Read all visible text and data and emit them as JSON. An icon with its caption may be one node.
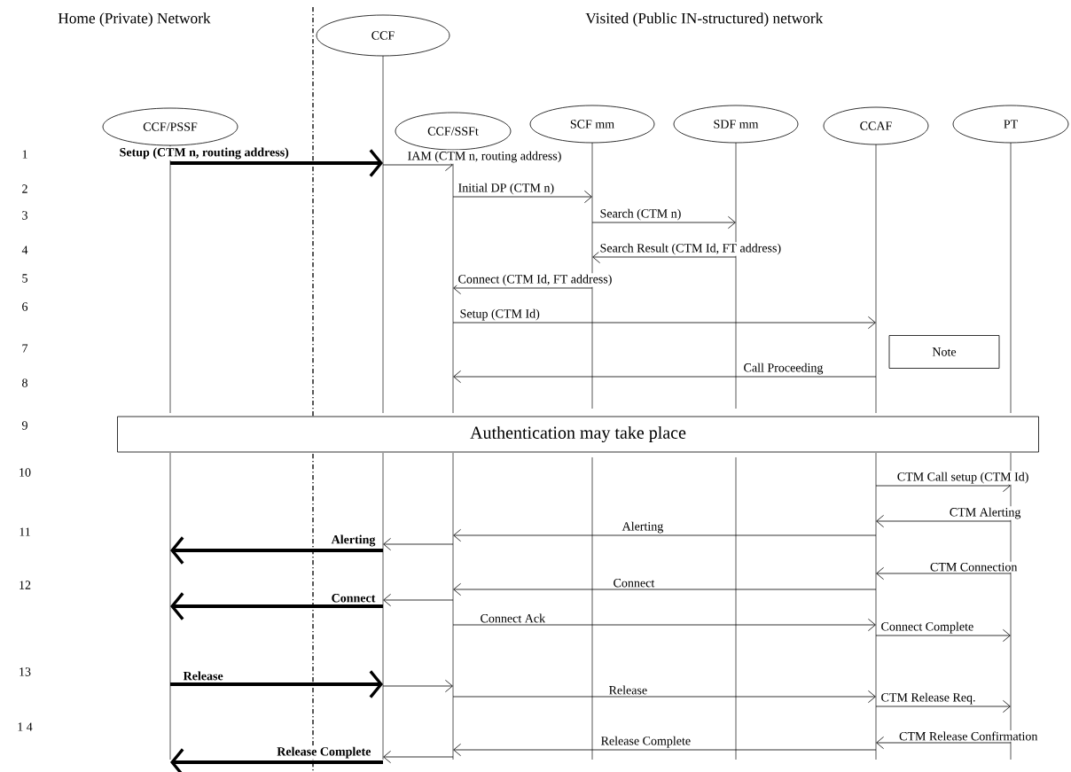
{
  "diagram": {
    "nodes": [
      {
        "text": [
          "CCF/PSSF"
        ]
      },
      {
        "text": [
          "CCF"
        ]
      },
      {
        "text": [
          "CCF/SSFt"
        ]
      },
      {
        "text": [
          "SCF mm"
        ]
      },
      {
        "text": [
          "SDF mm"
        ]
      },
      {
        "text": [
          "CCAF"
        ]
      },
      {
        "text": [
          "PT"
        ]
      },
      {
        "text": [
          "Note"
        ]
      },
      {
        "text": [
          "Authentication may take place"
        ]
      }
    ],
    "edges": [
      {
        "from": 0,
        "to": 1,
        "arrow": "to",
        "label": "Setup (CTM n, routing address)",
        "style": "thick"
      },
      {
        "from": 1,
        "to": 2,
        "arrow": "to",
        "label": "IAM (CTM n, routing address)"
      },
      {
        "from": 2,
        "to": 3,
        "arrow": "to",
        "label": "Initial DP (CTM n)"
      },
      {
        "from": 3,
        "to": 4,
        "arrow": "to",
        "label": "Search (CTM n)"
      },
      {
        "from": 4,
        "to": 3,
        "arrow": "to",
        "label": "Search Result (CTM Id, FT address)"
      },
      {
        "from": 3,
        "to": 2,
        "arrow": "to",
        "label": "Connect (CTM Id, FT address)"
      },
      {
        "from": 2,
        "to": 5,
        "arrow": "to",
        "label": "Setup (CTM Id)"
      },
      {
        "from": 5,
        "to": 2,
        "arrow": "to",
        "label": "Call Proceeding"
      },
      {
        "from": 5,
        "to": 6,
        "arrow": "to",
        "label": "CTM Call setup (CTM Id)"
      },
      {
        "from": 6,
        "to": 5,
        "arrow": "to",
        "label": "CTM Alerting"
      },
      {
        "from": 5,
        "to": 2,
        "arrow": "to",
        "label": "Alerting"
      },
      {
        "from": 2,
        "to": 1,
        "arrow": "to"
      },
      {
        "from": 1,
        "to": 0,
        "arrow": "to",
        "label": "Alerting",
        "style": "thick"
      },
      {
        "from": 6,
        "to": 5,
        "arrow": "to",
        "label": "CTM Connection"
      },
      {
        "from": 5,
        "to": 2,
        "arrow": "to",
        "label": "Connect"
      },
      {
        "from": 2,
        "to": 1,
        "arrow": "to"
      },
      {
        "from": 1,
        "to": 0,
        "arrow": "to",
        "label": "Connect",
        "style": "thick"
      },
      {
        "from": 2,
        "to": 5,
        "arrow": "to",
        "label": "Connect Ack"
      },
      {
        "from": 5,
        "to": 6,
        "arrow": "to",
        "label": "Connect Complete"
      },
      {
        "from": 0,
        "to": 1,
        "arrow": "to",
        "label": "Release",
        "style": "thick"
      },
      {
        "from": 1,
        "to": 2,
        "arrow": "to"
      },
      {
        "from": 2,
        "to": 5,
        "arrow": "to",
        "label": "Release"
      },
      {
        "from": 5,
        "to": 6,
        "arrow": "to",
        "label": "CTM Release Req."
      },
      {
        "from": 6,
        "to": 5,
        "arrow": "to",
        "label": "CTM Release Confirmation"
      },
      {
        "from": 5,
        "to": 2,
        "arrow": "to",
        "label": "Release Complete"
      },
      {
        "from": 2,
        "to": 1,
        "arrow": "to"
      },
      {
        "from": 1,
        "to": 0,
        "arrow": "to",
        "label": "Release Complete",
        "style": "thick"
      }
    ],
    "labels": [
      "Home (Private) Network",
      "Visited (Public IN-structured) network",
      "1",
      "2",
      "3",
      "4",
      "5",
      "6",
      "7",
      "8",
      "9",
      "10",
      "11",
      "12",
      "13",
      "1 4"
    ]
  }
}
